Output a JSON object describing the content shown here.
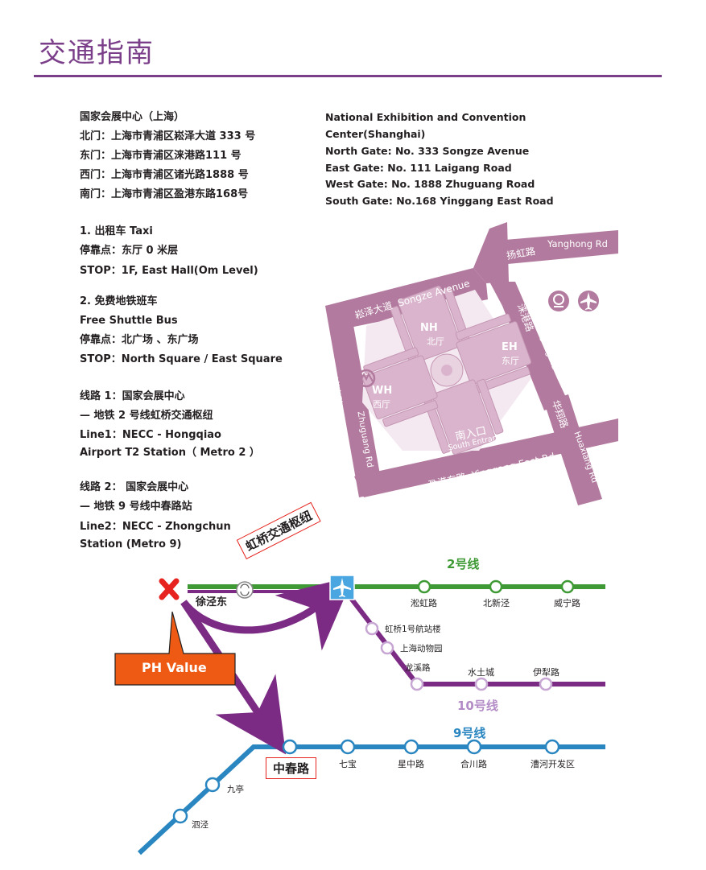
{
  "header": {
    "title": "交通指南"
  },
  "venue": {
    "cn": {
      "name": "国家会展中心（上海）",
      "north": "北门：上海市青浦区崧泽大道 333 号",
      "east": "东门：上海市青浦区涞港路111 号",
      "west": "西门：上海市青浦区诸光路1888 号",
      "south": "南门：上海市青浦区盈港东路168号"
    },
    "en": {
      "name1": "National Exhibition and Convention",
      "name2": "Center(Shanghai)",
      "north": "North Gate:  No. 333 Songze Avenue",
      "east": "East Gate:  No. 111 Laigang Road",
      "west": "West Gate: No. 1888 Zhuguang Road",
      "south": "South Gate: No.168 Yinggang East Road"
    }
  },
  "taxi": {
    "title": "1. 出租车 Taxi",
    "stop_cn": "停靠点：东厅 0 米层",
    "stop_en": "STOP：1F, East Hall(Om Level)"
  },
  "shuttle": {
    "title_cn": "2. 免费地铁班车",
    "title_en": "Free Shuttle Bus",
    "stop_cn": "停靠点：北广场 、东广场",
    "stop_en": "STOP：North Square / East Square"
  },
  "line1": {
    "cn1": "线路 1：国家会展中心",
    "cn2": "— 地铁 2 号线虹桥交通枢纽",
    "en1": "Line1：NECC - Hongqiao",
    "en2": "Airport T2 Station（ Metro 2 ）"
  },
  "line2": {
    "cn1": "线路 2： 国家会展中心",
    "cn2": "— 地铁 9 号线中春路站",
    "en1": "Line2：NECC - Zhongchun",
    "en2": "Station (Metro 9)"
  },
  "site_map": {
    "roads": {
      "songze_cn": "崧泽大道",
      "songze_en": "Songze Avenue",
      "yanghong_cn": "扬虹路",
      "yanghong_en": "Yanghong Rd",
      "laigang_cn": "涞港路",
      "laigang_en": "Laigang Rd",
      "huaxiang_cn": "华翔路",
      "huaxiang_en": "Huaxiang Rd",
      "zhuguang_cn": "诸光路",
      "zhuguang_en": "Zhuguang Rd",
      "yinggang_cn": "盈港东路",
      "yinggang_en": "Yinggang East Rd"
    },
    "halls": {
      "nh": "NH",
      "nh_cn": "北厅",
      "eh": "EH",
      "eh_cn": "东厅",
      "wh": "WH",
      "wh_cn": "西厅",
      "south_cn": "南入口",
      "south_en": "South Entrance"
    },
    "icons": [
      "train-icon",
      "airplane-icon",
      "metro-logo-icon"
    ]
  },
  "metro_map": {
    "hub_label": "虹桥交通枢纽",
    "origin_label": "PH Value",
    "origin_station": "徐泾东",
    "line2": {
      "name": "2号线",
      "color": "#3f9a35",
      "stations": [
        "淞虹路",
        "北新泾",
        "威宁路"
      ]
    },
    "line10": {
      "name": "10号线",
      "color": "#7c2b84",
      "stations": [
        "虹桥1号航站楼",
        "上海动物园",
        "龙溪路",
        "水土城",
        "伊犁路"
      ]
    },
    "line9": {
      "name": "9号线",
      "color": "#2a86c0",
      "highlight": "中春路",
      "stations": [
        "七宝",
        "星中路",
        "合川路",
        "漕河开发区",
        "九亭",
        "泗泾"
      ]
    },
    "accent": "#7b3f8a",
    "origin_color": "#ee5a13"
  }
}
